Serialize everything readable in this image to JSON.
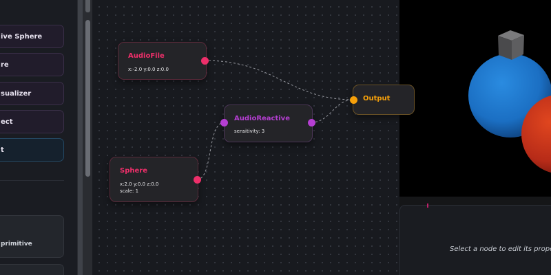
{
  "sidebar": {
    "items": [
      {
        "label": "ive Sphere",
        "active": false
      },
      {
        "label": "re",
        "active": false
      },
      {
        "label": "sualizer",
        "active": false
      },
      {
        "label": "ect",
        "active": false
      },
      {
        "label": "t",
        "active": true
      }
    ],
    "cards": [
      {
        "label": "primitive"
      },
      {
        "label": ""
      }
    ]
  },
  "graph": {
    "nodes": {
      "audiofile": {
        "title": "AudioFile",
        "lines": [
          "x:-2.0 y:0.0 z:0.0"
        ]
      },
      "reactive": {
        "title": "AudioReactive",
        "lines": [
          "sensitivity: 3"
        ]
      },
      "sphere": {
        "title": "Sphere",
        "lines": [
          "x:2.0 y:0.0 z:0.0",
          "scale: 1"
        ]
      },
      "output": {
        "title": "Output"
      }
    }
  },
  "inspector": {
    "hint": "Select a node to edit its proper"
  },
  "colors": {
    "audio_port": "#ee2f6a",
    "reactive_port": "#b53ed2",
    "output_port": "#f6a00a",
    "wire": "#9a9ca3",
    "sphere_blue": "#1e73c8",
    "sphere_red": "#c9301e"
  }
}
